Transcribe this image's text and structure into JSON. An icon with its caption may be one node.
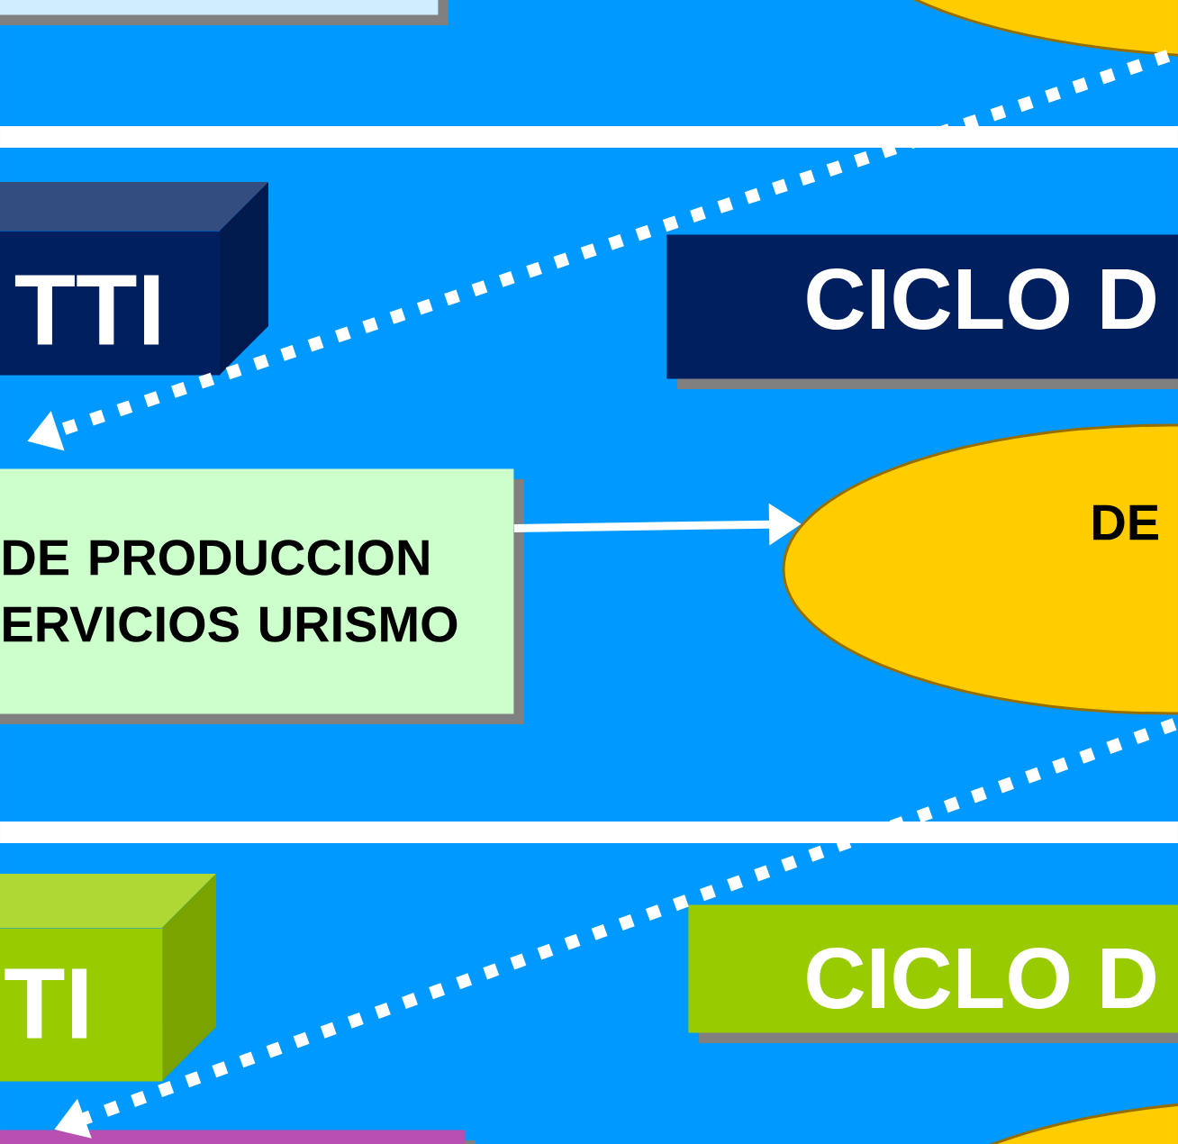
{
  "diagram": {
    "nodes": [
      {
        "text": [],
        "shape": "box"
      },
      {
        "text": [],
        "shape": "ellipse"
      },
      {
        "text": [
          "TTI"
        ]
      },
      {
        "text": [
          "CICLO D"
        ]
      },
      {
        "text": [
          "DE PRODUCCION ERVICIOS URISMO"
        ]
      },
      {
        "text": [
          "DE"
        ]
      },
      {
        "text": [
          "TI"
        ]
      },
      {
        "text": [
          "CICLO D"
        ]
      },
      {
        "text": [],
        "shape": "box"
      },
      {
        "text": [],
        "shape": "ellipse"
      }
    ],
    "edges": [
      {
        "from": 1,
        "to": 4,
        "arrow": "to",
        "style": "dashed"
      },
      {
        "from": 4,
        "to": 5,
        "arrow": "to"
      },
      {
        "from": 5,
        "to": 8,
        "arrow": "to",
        "style": "dashed"
      }
    ]
  }
}
